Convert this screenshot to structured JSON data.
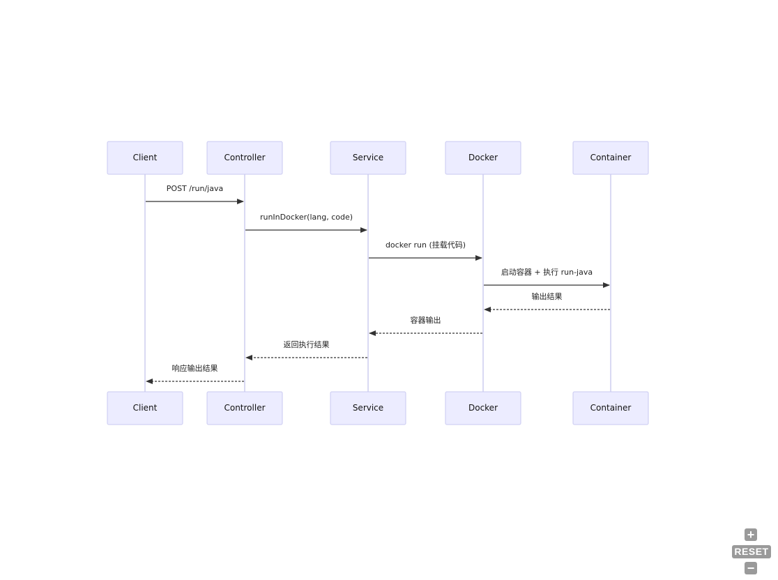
{
  "diagram": {
    "participants": [
      "Client",
      "Controller",
      "Service",
      "Docker",
      "Container"
    ],
    "messages": [
      {
        "from": 0,
        "to": 1,
        "label": "POST /run/java",
        "style": "solid"
      },
      {
        "from": 1,
        "to": 2,
        "label": "runInDocker(lang, code)",
        "style": "solid"
      },
      {
        "from": 2,
        "to": 3,
        "label": "docker run (挂载代码)",
        "style": "solid"
      },
      {
        "from": 3,
        "to": 4,
        "label": "启动容器 + 执行 run-java",
        "style": "solid"
      },
      {
        "from": 4,
        "to": 3,
        "label": "输出结果",
        "style": "dashed"
      },
      {
        "from": 3,
        "to": 2,
        "label": "容器输出",
        "style": "dashed"
      },
      {
        "from": 2,
        "to": 1,
        "label": "返回执行结果",
        "style": "dashed"
      },
      {
        "from": 1,
        "to": 0,
        "label": "响应输出结果",
        "style": "dashed"
      }
    ]
  },
  "controls": {
    "zoom_in": "+",
    "reset": "RESET",
    "zoom_out": "−"
  }
}
